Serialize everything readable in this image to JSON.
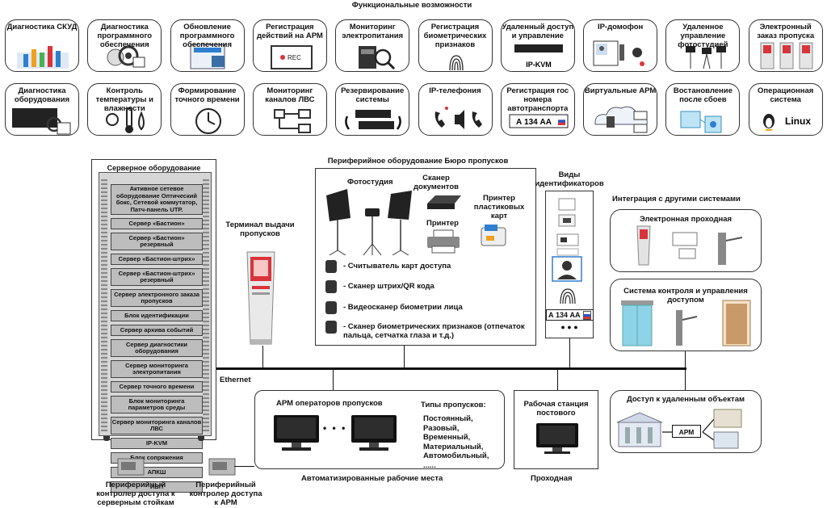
{
  "title": "Функциональные возможности",
  "features": {
    "row1": [
      "Диагностика СКУД",
      "Диагностика программного обеспечения",
      "Обновление программного обеспечения",
      "Регистрация действий на АРМ",
      "Мониторинг электропитания",
      "Регистрация биометрических признаков",
      "Удаленный доступ и управление",
      "IP-домофон",
      "Удаленное управление фотостудией",
      "Электронный заказ пропуска"
    ],
    "row2": [
      "Диагностика оборудования",
      "Контроль температуры и влажности",
      "Формирование точного времени",
      "Мониторинг каналов ЛВС",
      "Резервирование системы",
      "IP-телефония",
      "Регистрация гос номера автотранспорта",
      "Виртуальные АРМ",
      "Востановление после сбоев",
      "Операционная система"
    ],
    "kvm_label": "IP-KVM",
    "rec_label": "REC",
    "linux_label": "Linux",
    "plate_number": "А 134 АА"
  },
  "server": {
    "title": "Серверное оборудование",
    "slots": [
      "Активное сетевое оборудование Оптический бокс, Сетевой коммутатор, Патч-панель UTP.",
      "Сервер «Бастион»",
      "Сервер «Бастион» резервный",
      "Сервер «Бастион-штрих»",
      "Сервер «Бастион-штрих» резервный",
      "Сервер электронного заказа пропусков",
      "Блок идентификации",
      "Сервер архива событий",
      "Сервер диагностики оборудования",
      "Сервер мониторинга электропитания",
      "Сервер точного времени",
      "Блок мониторинга параметров среды",
      "Сервер мониторинга каналов ЛВС",
      "IP-KVM",
      "Блок сопряжения",
      "АПКШ",
      "ИБП"
    ]
  },
  "terminal": "Терминал выдачи пропусков",
  "peripheral": {
    "title": "Периферийное оборудование Бюро пропусков",
    "photostudio": "Фотостудия",
    "scanner_docs": "Сканер документов",
    "printer_cards": "Принтер пластиковых карт",
    "printer": "Принтер",
    "items": [
      "- Считыватель карт доступа",
      "- Сканер штрих/QR кода",
      "- Видеосканер биометрии лица",
      "- Сканер биометрических признаков (отпечаток пальца, сетчатка глаза и т.д.)"
    ]
  },
  "identifiers": {
    "title": "Виды идентификаторов",
    "dots": "● ● ●"
  },
  "integration": {
    "title": "Интеграция с другими системами",
    "turnstile_box": "Электронная проходная",
    "access_box": "Система контроля и управления доступом",
    "remote_box": "Доступ к удаленным объектам",
    "arm_label": "АРМ"
  },
  "ethernet": "Ethernet",
  "workplaces": {
    "arm_title": "АРМ операторов пропусков",
    "dots": "• • •",
    "pass_types_title": "Типы пропусков:",
    "pass_types": [
      "Постоянный,",
      "Разовый,",
      "Временный,",
      "Материальный,",
      "Автомобильный,",
      "......"
    ],
    "caption": "Автоматизированные рабочие места"
  },
  "guard": {
    "title": "Рабочая станция постового",
    "caption": "Проходная"
  },
  "controllers": {
    "server": "Периферийный контролер доступа к серверным стойкам",
    "arm": "Периферийный контролер доступа к АРМ"
  },
  "colors": {
    "accent_red": "#d9343b",
    "rack_grey": "#bdbdbd",
    "glass_blue": "#8fd3e8"
  }
}
